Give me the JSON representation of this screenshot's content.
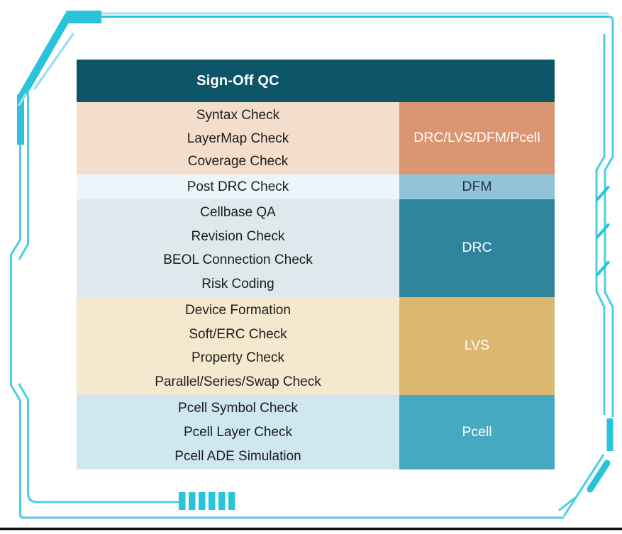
{
  "frame": {
    "accent_bright": "#29c4dc",
    "accent_mid": "#4ccee2",
    "accent_light": "#9ae3ef",
    "bottom_border_color": "#0a0a0a"
  },
  "table": {
    "header": {
      "title": "Sign-Off QC",
      "bg": "#0d5569",
      "text_color": "#ffffff"
    },
    "groups": [
      {
        "items": [
          "Syntax Check",
          "LayerMap Check",
          "Coverage Check"
        ],
        "label": "DRC/LVS/DFM/Pcell",
        "row_bg": "#f5ddcc",
        "label_bg": "#da9672",
        "label_text_color": "#ffffff"
      },
      {
        "items": [
          "Post DRC Check"
        ],
        "label": "DFM",
        "row_bg": "#ecf5fa",
        "label_bg": "#92c4d9",
        "label_text_color": "#1f3540"
      },
      {
        "items": [
          "Cellbase QA",
          "Revision Check",
          "BEOL Connection Check",
          "Risk Coding"
        ],
        "label": "DRC",
        "row_bg": "#dde9ec",
        "label_bg": "#31849e",
        "label_text_color": "#ffffff"
      },
      {
        "items": [
          "Device Formation",
          "Soft/ERC Check",
          "Property Check",
          "Parallel/Series/Swap Check"
        ],
        "label": "LVS",
        "row_bg": "#f4e8cf",
        "label_bg": "#dcb76f",
        "label_text_color": "#ffffff"
      },
      {
        "items": [
          "Pcell Symbol Check",
          "Pcell Layer Check",
          "Pcell ADE Simulation"
        ],
        "label": "Pcell",
        "row_bg": "#cfe7f0",
        "label_bg": "#45a9c2",
        "label_text_color": "#ffffff"
      }
    ]
  }
}
